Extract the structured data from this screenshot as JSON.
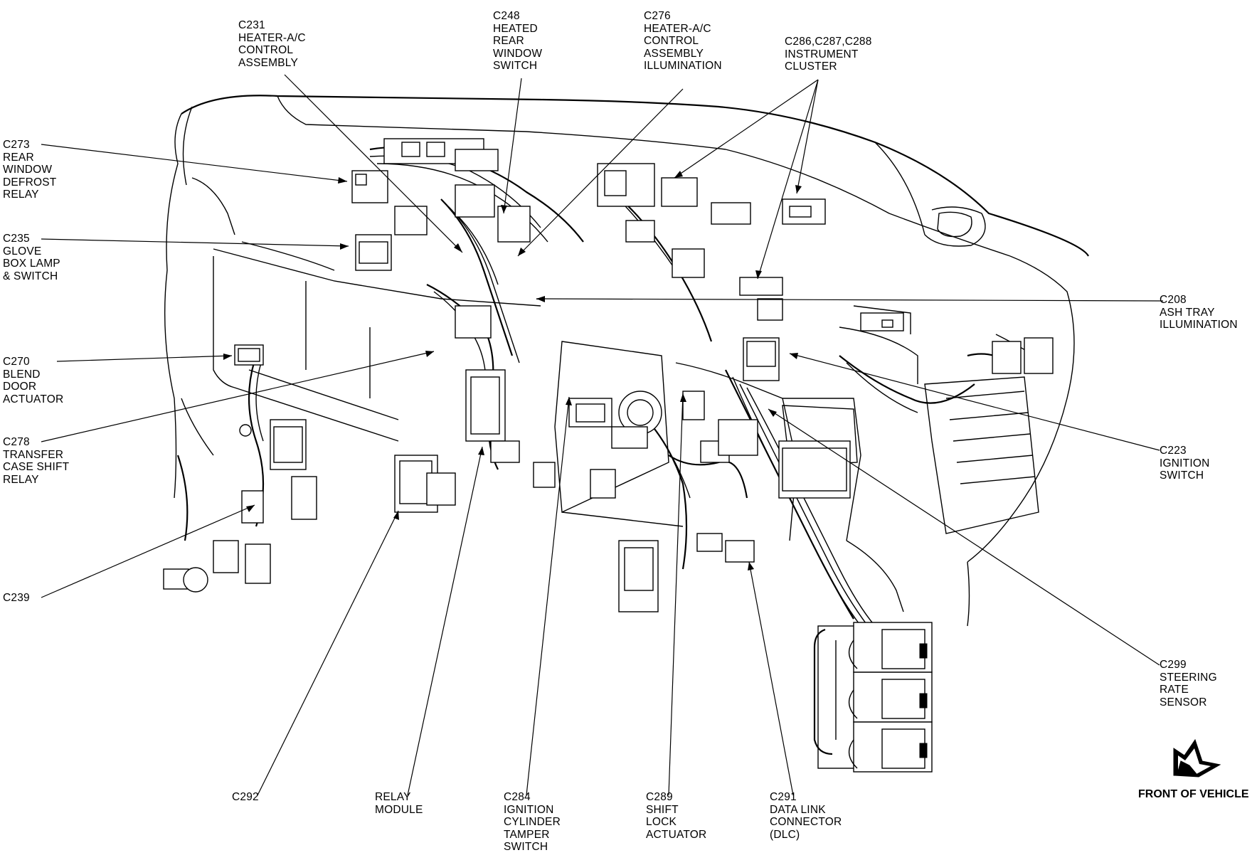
{
  "labels": {
    "c231": "C231\nHEATER-A/C\nCONTROL\nASSEMBLY",
    "c248": "C248\nHEATED\nREAR\nWINDOW\nSWITCH",
    "c276": "C276\nHEATER-A/C\nCONTROL\nASSEMBLY\nILLUMINATION",
    "c286": "C286,C287,C288\nINSTRUMENT\nCLUSTER",
    "c273": "C273\nREAR\nWINDOW\nDEFROST\nRELAY",
    "c235": "C235\nGLOVE\nBOX LAMP\n& SWITCH",
    "c208": "C208\nASH TRAY\nILLUMINATION",
    "c270": "C270\nBLEND\nDOOR\nACTUATOR",
    "c278": "C278\nTRANSFER\nCASE SHIFT\nRELAY",
    "c223": "C223\nIGNITION\nSWITCH",
    "c239": "C239",
    "c299": "C299\nSTEERING\nRATE\nSENSOR",
    "c292": "C292",
    "relay": "RELAY\nMODULE",
    "c284": "C284\nIGNITION\nCYLINDER\nTAMPER\nSWITCH",
    "c289": "C289\nSHIFT\nLOCK\nACTUATOR",
    "c291": "C291\nDATA LINK\nCONNECTOR\n(DLC)"
  },
  "front_of_vehicle": "FRONT OF VEHICLE"
}
